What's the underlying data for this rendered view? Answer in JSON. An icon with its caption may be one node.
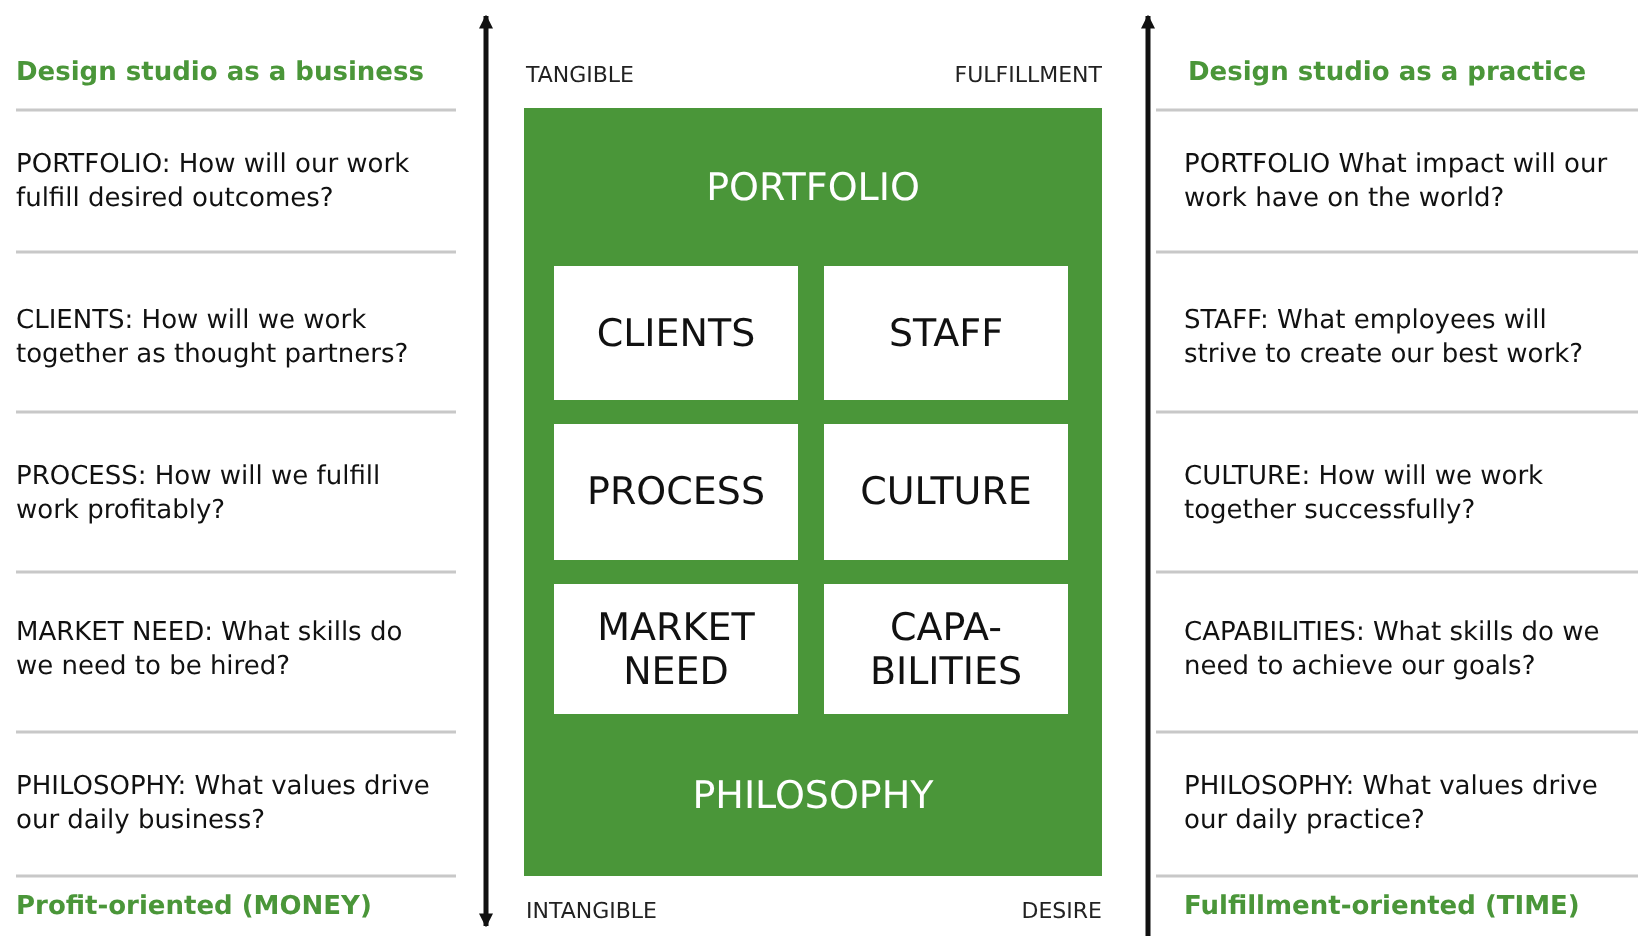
{
  "diagram": {
    "nodes": [
      {
        "text": [
          "PORTFOLIO",
          "PHILOSOPHY"
        ]
      },
      {
        "text": [
          "CLIENTS"
        ],
        "in": 0
      },
      {
        "text": [
          "STAFF"
        ],
        "in": 0
      },
      {
        "text": [
          "PROCESS"
        ],
        "in": 0
      },
      {
        "text": [
          "CULTURE"
        ],
        "in": 0
      },
      {
        "text": [
          "MARKET NEED"
        ],
        "in": 0
      },
      {
        "text": [
          "CAPA- BILITIES"
        ],
        "in": 0
      }
    ],
    "labels": [
      "Design studio as a business",
      "TANGIBLE",
      "FULFILLMENT",
      "Design studio as a practice",
      "PORTFOLIO: How will our work fulfill desired outcomes?",
      "PORTFOLIO What impact will our work have on the world?",
      "CLIENTS: How will we work together as thought partners?",
      "STAFF: What employees will strive to create our best work?",
      "PROCESS: How will we fulfill work profitably?",
      "CULTURE: How will we work together successfully?",
      "MARKET NEED: What skills do we need to be hired?",
      "CAPABILITIES: What skills do we need to achieve our goals?",
      "PHILOSOPHY: What values drive our daily business?",
      "PHILOSOPHY: What values drive our daily practice?",
      "Profit-oriented (MONEY)",
      "INTANGIBLE",
      "DESIRE",
      "Fulfillment-oriented (TIME)"
    ]
  }
}
